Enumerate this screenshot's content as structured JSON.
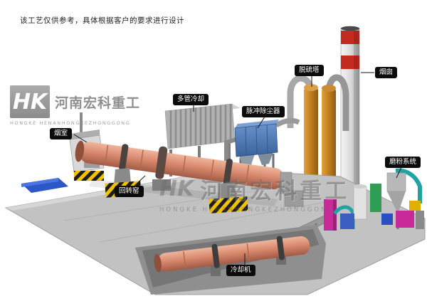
{
  "note": "该工艺仅供参考，具体根据客户的要求进行设计",
  "watermark": {
    "logo_abbr": "HK",
    "company_cn": "河南宏科重工",
    "company_en": "HONGKE HENANHONGKEZHONGGONG"
  },
  "labels": {
    "smoke_chamber": "烟室",
    "multi_tube_cooler": "多管冷却",
    "pulse_dust_collector": "脉冲除尘器",
    "desulfurization_tower": "脱硫塔",
    "chimney": "烟囱",
    "grinding_system": "磨粉系统",
    "rotary_kiln": "回转窑",
    "cooling_machine": "冷却机"
  },
  "colors": {
    "kiln_body": "#dd9078",
    "dust_collector_blue": "#4d7fbe",
    "desulfurization_tower_amber": "#c07820",
    "chimney_band_red": "#c42b20",
    "platform_gray": "#c2c2c2",
    "hazard_yellow": "#f2c200",
    "grinding_green": "#2f9e55",
    "pipe_teal": "#1fa3a3",
    "accent_magenta": "#c92a9a",
    "label_bg": "#0c0c0c",
    "label_text": "#ffffff"
  }
}
